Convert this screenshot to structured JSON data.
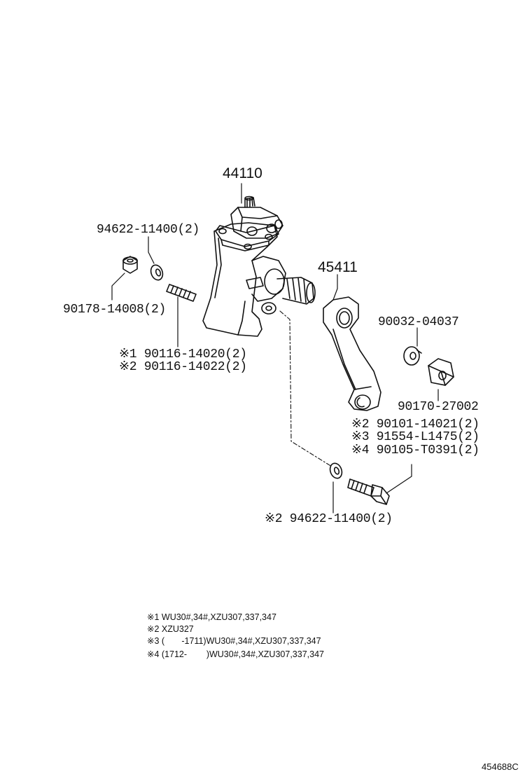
{
  "labels": {
    "gear_box": "44110",
    "washer_upper": "94622-11400(2)",
    "collar": "90178-14008(2)",
    "stud_1": "※1 90116-14020(2)",
    "stud_2": "※2 90116-14022(2)",
    "pitman_arm": "45411",
    "lock_washer": "90032-04037",
    "nut": "90170-27002",
    "bolt_2": "※2 90101-14021(2)",
    "bolt_3": "※3 91554-L1475(2)",
    "bolt_4": "※4 90105-T0391(2)",
    "washer_lower": "※2 94622-11400(2)"
  },
  "notes": [
    "※1 WU30#,34#,XZU307,337,347",
    "※2 XZU327",
    "※3 (       -1711)WU30#,34#,XZU307,337,347",
    "※4 (1712-        )WU30#,34#,XZU307,337,347"
  ],
  "diagram_code": "454688C"
}
